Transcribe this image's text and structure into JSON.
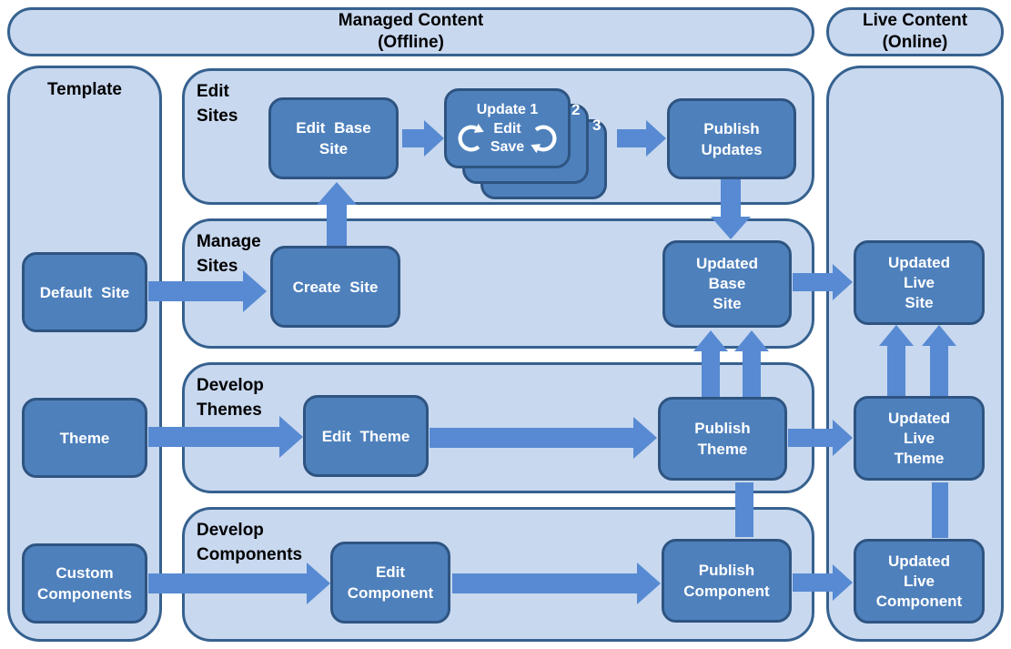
{
  "headers": {
    "managed": {
      "line1": "Managed Content",
      "line2": "(Offline)"
    },
    "live": {
      "line1": "Live Content",
      "line2": "(Online)"
    }
  },
  "template_panel": {
    "title": "Template"
  },
  "sections": {
    "edit_sites": {
      "line1": "Edit",
      "line2": "Sites"
    },
    "manage_sites": {
      "line1": "Manage",
      "line2": "Sites"
    },
    "develop_themes": {
      "line1": "Develop",
      "line2": "Themes"
    },
    "develop_components": {
      "line1": "Develop",
      "line2": "Components"
    }
  },
  "nodes": {
    "default_site": {
      "lines": [
        "Default Site"
      ]
    },
    "theme": {
      "lines": [
        "Theme"
      ]
    },
    "custom_components": {
      "lines": [
        "Custom",
        "Components"
      ]
    },
    "edit_base_site": {
      "lines": [
        "Edit Base",
        "Site"
      ]
    },
    "publish_updates": {
      "lines": [
        "Publish",
        "Updates"
      ]
    },
    "create_site": {
      "lines": [
        "Create Site"
      ]
    },
    "updated_base_site": {
      "lines": [
        "Updated",
        "Base",
        "Site"
      ]
    },
    "edit_theme": {
      "lines": [
        "Edit Theme"
      ]
    },
    "publish_theme": {
      "lines": [
        "Publish",
        "Theme"
      ]
    },
    "edit_component": {
      "lines": [
        "Edit",
        "Component"
      ]
    },
    "publish_component": {
      "lines": [
        "Publish",
        "Component"
      ]
    },
    "updated_live_site": {
      "lines": [
        "Updated",
        "Live",
        "Site"
      ]
    },
    "updated_live_theme": {
      "lines": [
        "Updated",
        "Live",
        "Theme"
      ]
    },
    "updated_live_component": {
      "lines": [
        "Updated",
        "Live",
        "Component"
      ]
    }
  },
  "update_stack": {
    "title": "Update 1",
    "edit": "Edit",
    "save": "Save",
    "card2": "2",
    "card3": "3"
  },
  "colors": {
    "panel_fill": "#C8D8EF",
    "panel_border": "#36618F",
    "node_fill": "#4E80BC",
    "node_border": "#2E5481",
    "arrow": "#578AD2"
  }
}
